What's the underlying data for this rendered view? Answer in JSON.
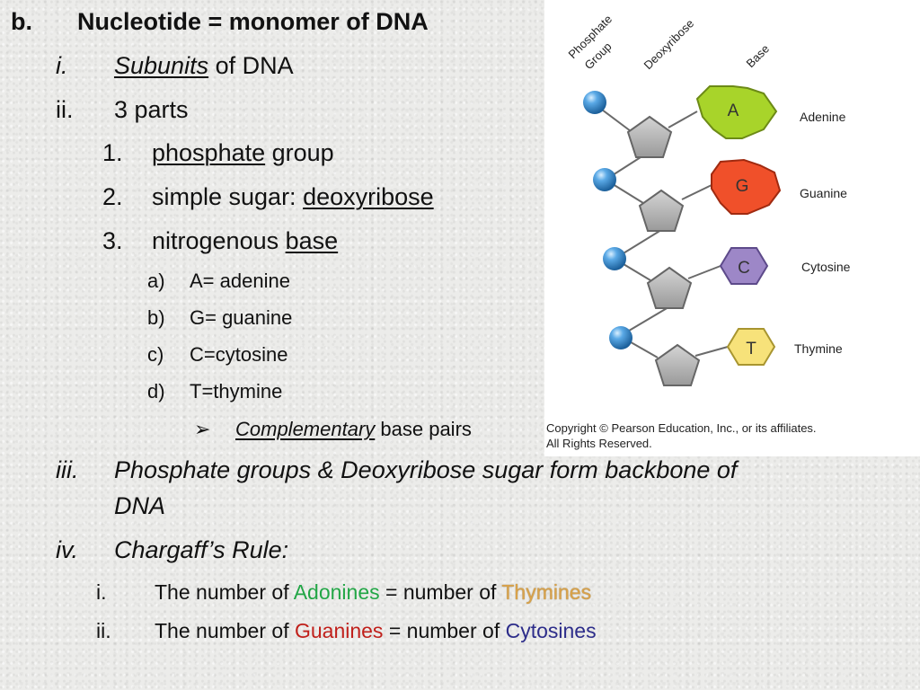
{
  "heading": {
    "marker": "b.",
    "text": "Nucleotide = monomer of DNA"
  },
  "item_i": {
    "marker": "i.",
    "underlined": "Subunits",
    "rest": " of DNA"
  },
  "item_ii": {
    "marker": "ii.",
    "text": "3 parts",
    "parts": [
      {
        "marker": "1.",
        "underlined": "phosphate",
        "rest": " group"
      },
      {
        "marker": "2.",
        "prefix": "simple sugar: ",
        "underlined": "deoxyribose"
      },
      {
        "marker": "3.",
        "prefix": "nitrogenous ",
        "underlined": "base"
      }
    ],
    "bases": [
      {
        "marker": "a)",
        "text": "A= adenine"
      },
      {
        "marker": "b)",
        "text": "G= guanine"
      },
      {
        "marker": "c)",
        "text": "C=cytosine"
      },
      {
        "marker": "d)",
        "text": "T=thymine"
      }
    ],
    "arrow": {
      "glyph": "➢",
      "italic_underlined": "Complementary",
      "rest": " base pairs"
    }
  },
  "item_iii": {
    "marker": "iii.",
    "line1": "Phosphate groups & Deoxyribose sugar form backbone of",
    "line2": "DNA"
  },
  "item_iv": {
    "marker": "iv.",
    "text": "Chargaff’s Rule:",
    "rules": [
      {
        "marker": "i.",
        "pre": "The number of ",
        "word1": "Adonines",
        "mid": " = number of ",
        "word2": "Thymines"
      },
      {
        "marker": "ii.",
        "pre": "The number of ",
        "word1": "Guanines",
        "mid": " = number of ",
        "word2": "Cytosines"
      }
    ]
  },
  "figure": {
    "column_labels": [
      "Phosphate",
      "Group",
      "Deoxyribose",
      "Base"
    ],
    "nucleotides": [
      {
        "letter": "A",
        "name": "Adenine",
        "color": "#a8d42a",
        "stroke": "#6c8a16"
      },
      {
        "letter": "G",
        "name": "Guanine",
        "color": "#f0502a",
        "stroke": "#a02a10"
      },
      {
        "letter": "C",
        "name": "Cytosine",
        "color": "#9d87c7",
        "stroke": "#5d4a8a"
      },
      {
        "letter": "T",
        "name": "Thymine",
        "color": "#f7e27a",
        "stroke": "#a89530"
      }
    ],
    "copyright_line1": "Copyright © Pearson Education, Inc., or its affiliates.",
    "copyright_line2": "All Rights Reserved."
  },
  "colors": {
    "adonines": "#22a646",
    "thymines": "#d9a24a",
    "guanines": "#c0201b",
    "cytosines": "#2d2d8a",
    "phosphate": "#3b8fd4",
    "sugar": "#b9b9b9"
  }
}
